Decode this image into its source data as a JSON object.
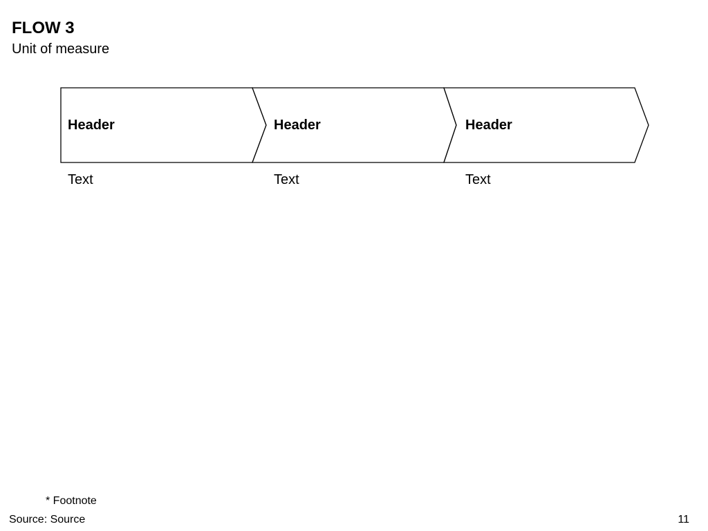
{
  "slide": {
    "title": "FLOW 3",
    "subtitle": "Unit of measure",
    "footnote": "* Footnote",
    "source": "Source: Source",
    "page_number": "11"
  },
  "flow": {
    "steps": [
      {
        "header": "Header",
        "text": "Text"
      },
      {
        "header": "Header",
        "text": "Text"
      },
      {
        "header": "Header",
        "text": "Text"
      }
    ]
  },
  "colors": {
    "background": "#ffffff",
    "shape_fill": "#ffffff",
    "shape_stroke": "#000000",
    "text": "#000000"
  }
}
